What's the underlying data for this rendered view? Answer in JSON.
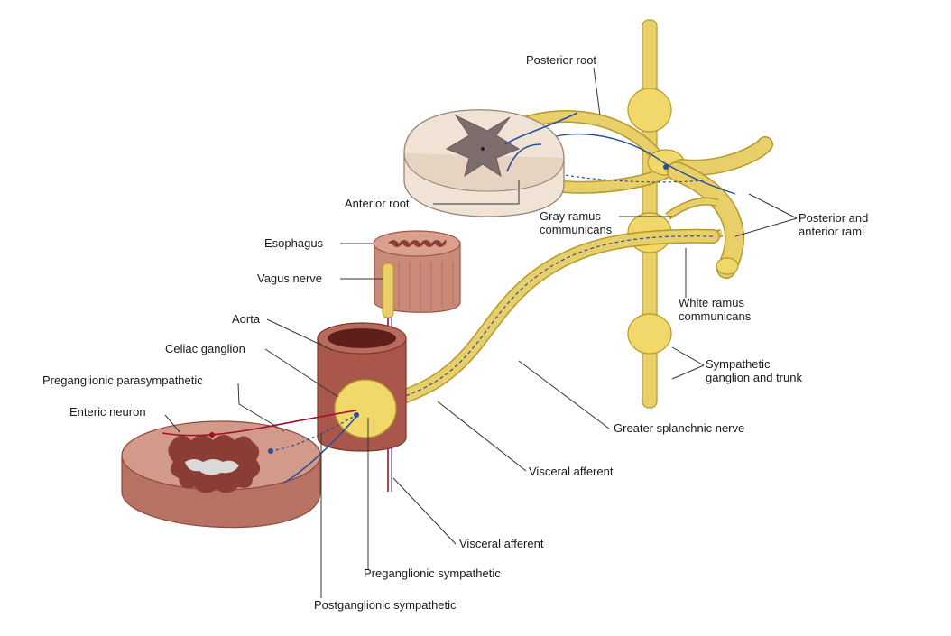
{
  "colors": {
    "nerve": "#e8cf6a",
    "nerve_dark": "#b39a2c",
    "ganglion": "#f2d86a",
    "tissue": "#c98a7a",
    "tissue_dark": "#9c5647",
    "aorta": "#a9574a",
    "gray_matter": "#7d6d6d",
    "sympathetic_blue": "#2a4f9c",
    "parasympathetic_red": "#a0112a"
  },
  "labels": {
    "posterior_root": "Posterior root",
    "anterior_root": "Anterior root",
    "gray_ramus_1": "Gray ramus",
    "gray_ramus_2": "communicans",
    "posterior_anterior_rami_1": "Posterior and",
    "posterior_anterior_rami_2": "anterior rami",
    "esophagus": "Esophagus",
    "vagus_nerve": "Vagus nerve",
    "white_ramus_1": "White ramus",
    "white_ramus_2": "communicans",
    "aorta": "Aorta",
    "celiac_ganglion": "Celiac ganglion",
    "sympathetic_ganglion_1": "Sympathetic",
    "sympathetic_ganglion_2": "ganglion and trunk",
    "preganglionic_parasympathetic": "Preganglionic parasympathetic",
    "enteric_neuron": "Enteric neuron",
    "greater_splanchnic": "Greater splanchnic nerve",
    "visceral_afferent_1": "Visceral afferent",
    "visceral_afferent_2": "Visceral afferent",
    "preganglionic_sympathetic": "Preganglionic sympathetic",
    "postganglionic_sympathetic": "Postganglionic sympathetic"
  }
}
